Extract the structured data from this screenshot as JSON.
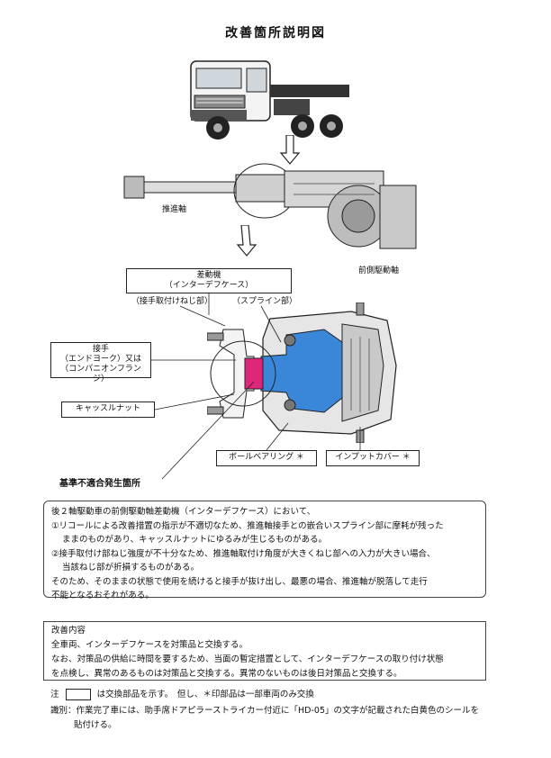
{
  "title": "改善箇所説明図",
  "labels": {
    "propeller_shaft": "推進軸",
    "front_drive_axle": "前側駆動軸",
    "differential_line1": "差動機",
    "differential_line2": "（インターデフケース）",
    "flange_thread": "（接手取付けねじ部）",
    "spline": "（スプライン部）",
    "joint_line1": "接手",
    "joint_line2": "（エンドヨーク）又は",
    "joint_line3": "（コンパニオンフランジ）",
    "castle_nut": "キャッスルナット",
    "ball_bearing": "ボールベアリング ＊",
    "input_cover": "インプットカバー ＊",
    "nonconformity": "基準不適合発生箇所"
  },
  "description": {
    "line1": "後２軸駆動車の前側駆動軸差動機（インターデフケース）において、",
    "line2": "①リコールによる改善措置の指示が不適切なため、推進軸接手との嵌合いスプライン部に摩耗が残った",
    "line3": "ままのものがあり、キャッスルナットにゆるみが生じるものがある。",
    "line4": "②接手取付け部ねじ強度が不十分なため、推進軸取付け角度が大きくねじ部への入力が大きい場合、",
    "line5": "当該ねじ部が折損するものがある。",
    "line6": "そのため、そのままの状態で使用を続けると接手が抜け出し、最悪の場合、推進軸が脱落して走行",
    "line7": "不能となるおそれがある。"
  },
  "improvement": {
    "heading": "改善内容",
    "line1": "全車両、インターデフケースを対策品と交換する。",
    "line2": "なお、対策品の供給に時間を要するため、当面の暫定措置として、インターデフケースの取り付け状態",
    "line3": "を点検し、異常のあるものは対策品と交換する。異常のないものは後日対策品と交換する。"
  },
  "notes": {
    "note_prefix": "注",
    "note_text": "は交換部品を示す。　但し、＊印部品は一部車両のみ交換",
    "id_line1": "識別：作業完了車には、助手席ドアピラーストライカー付近に「HD-05」の文字が記載された白黄色のシールを",
    "id_line2": "貼付ける。"
  },
  "colors": {
    "replaced_part": "#3a86d8",
    "defect_area": "#e0267a",
    "line": "#222222"
  }
}
